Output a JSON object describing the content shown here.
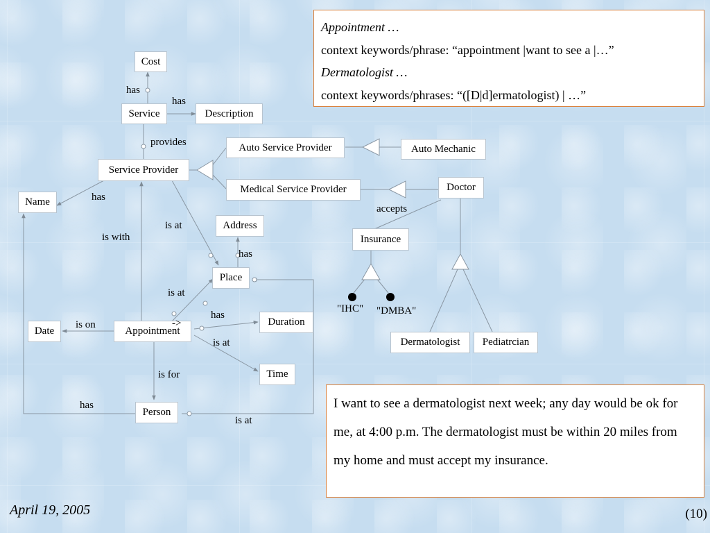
{
  "nodes": {
    "cost": "Cost",
    "service": "Service",
    "description": "Description",
    "service_provider": "Service Provider",
    "auto_service_provider": "Auto Service Provider",
    "auto_mechanic": "Auto Mechanic",
    "medical_service_provider": "Medical Service Provider",
    "doctor": "Doctor",
    "name": "Name",
    "address": "Address",
    "insurance": "Insurance",
    "place": "Place",
    "date": "Date",
    "appointment": "Appointment",
    "duration": "Duration",
    "time": "Time",
    "person": "Person",
    "dermatologist": "Dermatologist",
    "pediatrician": "Pediatrcian"
  },
  "edge_labels": {
    "cost_has": "has",
    "description_has": "has",
    "provides": "provides",
    "name_has": "has",
    "accepts": "accepts",
    "is_at_sp": "is at",
    "is_with": "is with",
    "address_has": "has",
    "is_at_app": "is at",
    "duration_has": "has",
    "is_on": "is on",
    "time_is_at": "is at",
    "is_for": "is for",
    "person_has": "has",
    "person_is_at": "is at"
  },
  "instances": {
    "ihc": "\"IHC\"",
    "dmba": "\"DMBA\""
  },
  "arrow_marker": "->",
  "callout_top": {
    "line1": "Appointment …",
    "line2": "context keywords/phrase: “appointment |want to see a |…”",
    "line3": "Dermatologist …",
    "line4": "context keywords/phrases: “([D|d]ermatologist) | …”"
  },
  "callout_bottom": {
    "text": "I want to see a dermatologist next week; any day would be ok for me, at 4:00 p.m. The dermatologist must be within 20 miles from my home and must accept my insurance."
  },
  "footer": {
    "date": "April 19, 2005",
    "page": "(10)"
  },
  "colors": {
    "background": "#c6ddf0",
    "line": "#8a97a3",
    "callout_border": "#d9813d"
  }
}
